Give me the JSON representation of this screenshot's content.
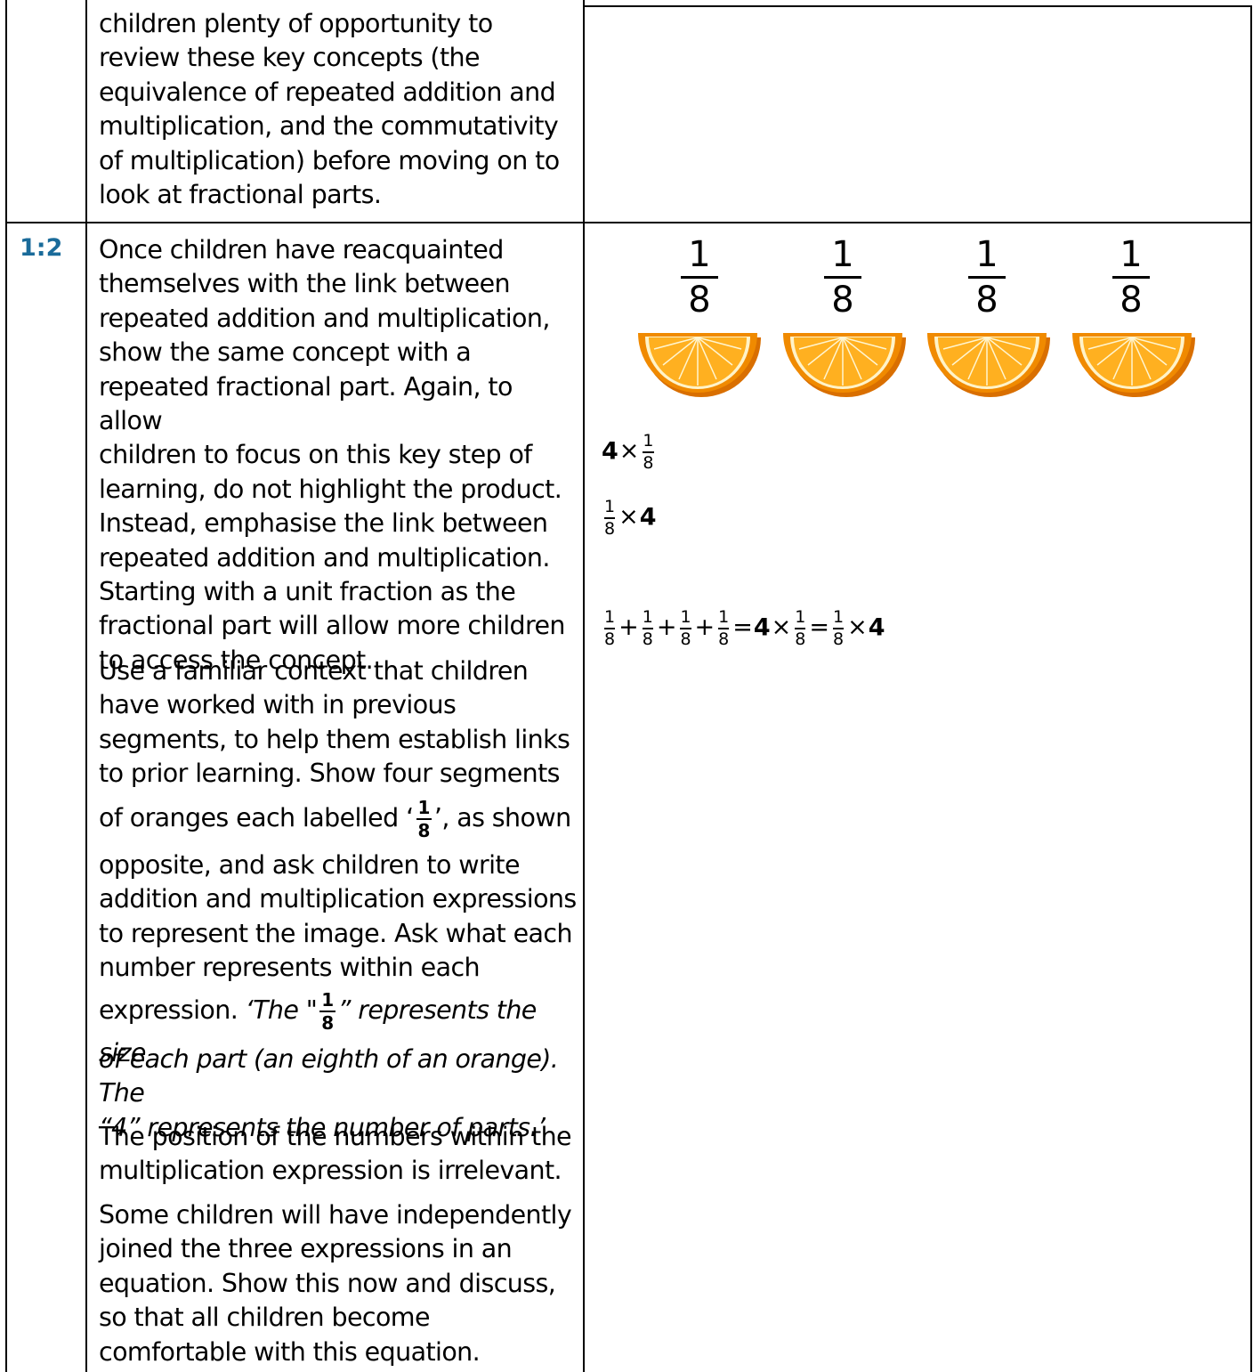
{
  "top_row": {
    "lines": [
      "children plenty of opportunity to",
      "review these key concepts (the",
      "equivalence of repeated addition and",
      "multiplication, and the commutativity",
      "of multiplication) before moving on to",
      "look at fractional parts."
    ]
  },
  "section": {
    "id": "1:2",
    "para1": [
      "Once children have reacquainted",
      "themselves with the link between",
      "repeated addition and multiplication,",
      "show the same concept with a",
      "repeated fractional part. Again, to allow",
      "children to focus on this key step of",
      "learning, do not highlight the product.",
      "Instead, emphasise the link between",
      "repeated addition and multiplication.",
      "Starting with a unit fraction as the",
      "fractional part will allow more children",
      "to access the concept."
    ],
    "para2_lines": [
      "Use a familiar context that children",
      "have worked with in previous",
      "segments, to help them establish links",
      "to prior learning. Show four segments"
    ],
    "para2_label_before": "of oranges each labelled ‘",
    "para2_label_after": "’, as shown",
    "para2_rest": [
      "opposite, and ask children to write",
      "addition and multiplication expressions",
      "to represent the image. Ask what each",
      "number represents within each"
    ],
    "para2_expr_before": "expression. ",
    "para2_quote_start": "‘The \"",
    "para2_quote_mid": "” represents the size",
    "para2_quote_l2": "of each part (an eighth of an orange). The",
    "para2_quote_l3": "“4” represents the number of parts.’",
    "para3": [
      "The position of the numbers within the",
      "multiplication expression is irrelevant."
    ],
    "para4": [
      "Some children will have independently",
      "joined the three expressions in an",
      "equation. Show this now and discuss,",
      "so that all children become",
      "comfortable with this equation."
    ],
    "fraction": {
      "num": "1",
      "den": "8"
    },
    "whole": "4",
    "times": "×",
    "plus": "+",
    "equals": "=",
    "orange_labels": [
      "1/8",
      "1/8",
      "1/8",
      "1/8"
    ],
    "colors": {
      "section_id": "#1a6b9a",
      "orange_rind": "#f08a00",
      "orange_flesh": "#ffb020"
    }
  }
}
